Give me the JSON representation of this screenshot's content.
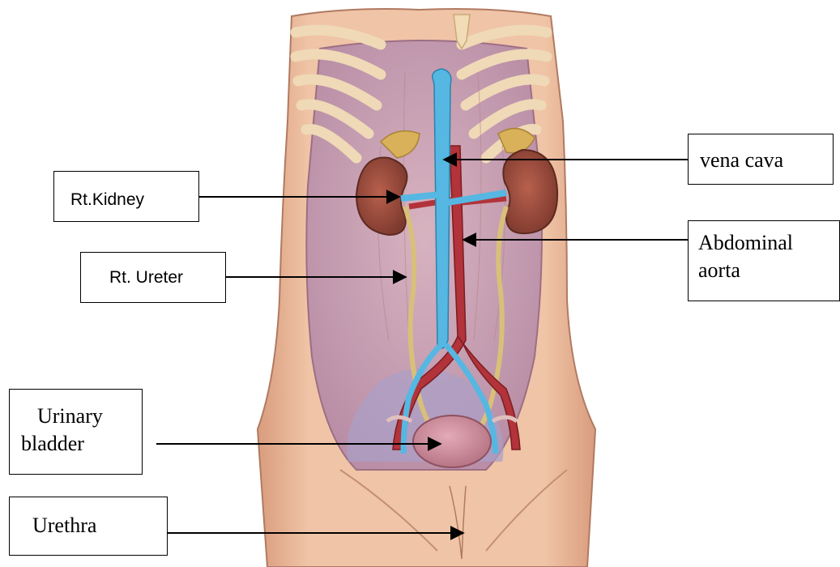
{
  "labels": {
    "rt_kidney": "Rt.Kidney",
    "rt_ureter": "Rt. Ureter",
    "vena_cava": "vena cava",
    "abdominal_aorta_line1": "Abdominal",
    "abdominal_aorta_line2": "aorta",
    "urinary_bladder_line1": "Urinary",
    "urinary_bladder_line2": "bladder",
    "urethra": "Urethra"
  },
  "colors": {
    "skin": "#eab99a",
    "skin_shadow": "#d79a7a",
    "cavity": "#c9a3b8",
    "muscle": "#c7948f",
    "kidney": "#9e4b3c",
    "adrenal": "#d9b15a",
    "vena_cava": "#55b7e2",
    "aorta": "#b2333a",
    "ureter": "#d8c07a",
    "bladder": "#c98b9c",
    "rib": "#efd9b7"
  }
}
